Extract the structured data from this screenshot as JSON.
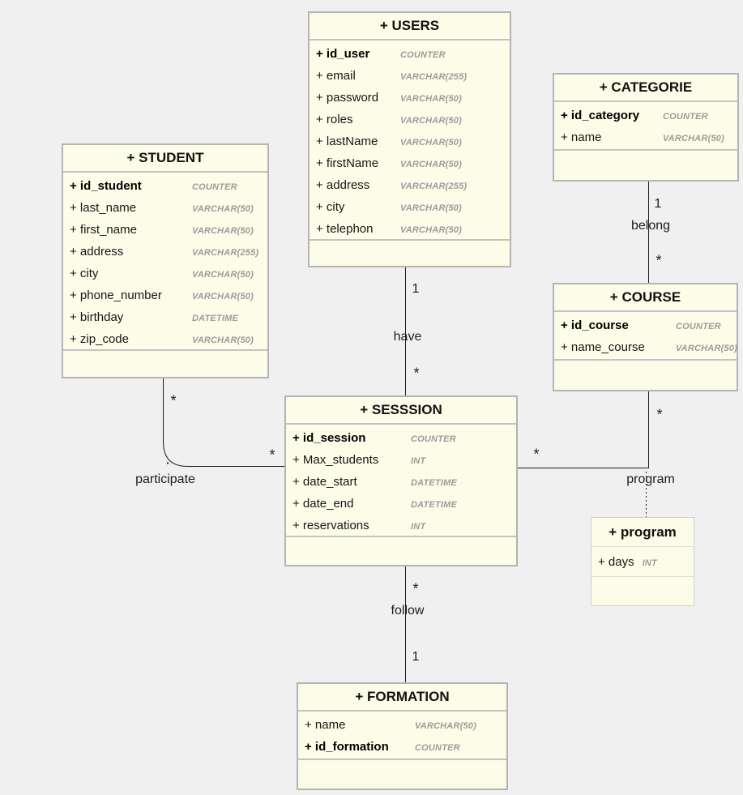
{
  "style": {
    "background": "#f0f0f0",
    "entity_fill": "#fcfce8",
    "entity_border": "#b4b4b4",
    "line_color": "#1c1c1c",
    "type_text_color": "#9b9b9b"
  },
  "entities": {
    "users": {
      "title": "+ USERS",
      "attributes": [
        {
          "name": "+ id_user",
          "type": "COUNTER"
        },
        {
          "name": "+ email",
          "type": "VARCHAR(255)"
        },
        {
          "name": "+ password",
          "type": "VARCHAR(50)"
        },
        {
          "name": "+ roles",
          "type": "VARCHAR(50)"
        },
        {
          "name": "+ lastName",
          "type": "VARCHAR(50)"
        },
        {
          "name": "+ firstName",
          "type": "VARCHAR(50)"
        },
        {
          "name": "+ address",
          "type": "VARCHAR(255)"
        },
        {
          "name": "+ city",
          "type": "VARCHAR(50)"
        },
        {
          "name": "+ telephon",
          "type": "VARCHAR(50)"
        }
      ]
    },
    "student": {
      "title": "+ STUDENT",
      "attributes": [
        {
          "name": "+ id_student",
          "type": "COUNTER"
        },
        {
          "name": "+ last_name",
          "type": "VARCHAR(50)"
        },
        {
          "name": "+ first_name",
          "type": "VARCHAR(50)"
        },
        {
          "name": "+ address",
          "type": "VARCHAR(255)"
        },
        {
          "name": "+ city",
          "type": "VARCHAR(50)"
        },
        {
          "name": "+ phone_number",
          "type": "VARCHAR(50)"
        },
        {
          "name": "+ birthday",
          "type": "DATETIME"
        },
        {
          "name": "+ zip_code",
          "type": "VARCHAR(50)"
        }
      ]
    },
    "categorie": {
      "title": "+ CATEGORIE",
      "attributes": [
        {
          "name": "+ id_category",
          "type": "COUNTER"
        },
        {
          "name": "+ name",
          "type": "VARCHAR(50)"
        }
      ]
    },
    "course": {
      "title": "+ COURSE",
      "attributes": [
        {
          "name": "+ id_course",
          "type": "COUNTER"
        },
        {
          "name": "+ name_course",
          "type": "VARCHAR(50)"
        }
      ]
    },
    "sesssion": {
      "title": "+ SESSSION",
      "attributes": [
        {
          "name": "+ id_session",
          "type": "COUNTER"
        },
        {
          "name": "+ Max_students",
          "type": "INT"
        },
        {
          "name": "+ date_start",
          "type": "DATETIME"
        },
        {
          "name": "+ date_end",
          "type": "DATETIME"
        },
        {
          "name": "+ reservations",
          "type": "INT"
        }
      ]
    },
    "formation": {
      "title": "+ FORMATION",
      "attributes": [
        {
          "name": "+ name",
          "type": "VARCHAR(50)"
        },
        {
          "name": "+ id_formation",
          "type": "COUNTER"
        }
      ]
    },
    "program_class": {
      "title": "+ program",
      "attributes": [
        {
          "name": "+ days",
          "type": "INT"
        }
      ]
    }
  },
  "relationships": {
    "have": {
      "label": "have",
      "users_card": "1",
      "sesssion_card": "*"
    },
    "participate": {
      "label": "participate",
      "student_card": "*",
      "sesssion_card": "*"
    },
    "belong": {
      "label": "belong",
      "categorie_card": "1",
      "course_card": "*"
    },
    "program": {
      "label": "program",
      "course_card": "*",
      "sesssion_card": "*"
    },
    "follow": {
      "label": "follow",
      "sesssion_card": "*",
      "formation_card": "1"
    }
  }
}
